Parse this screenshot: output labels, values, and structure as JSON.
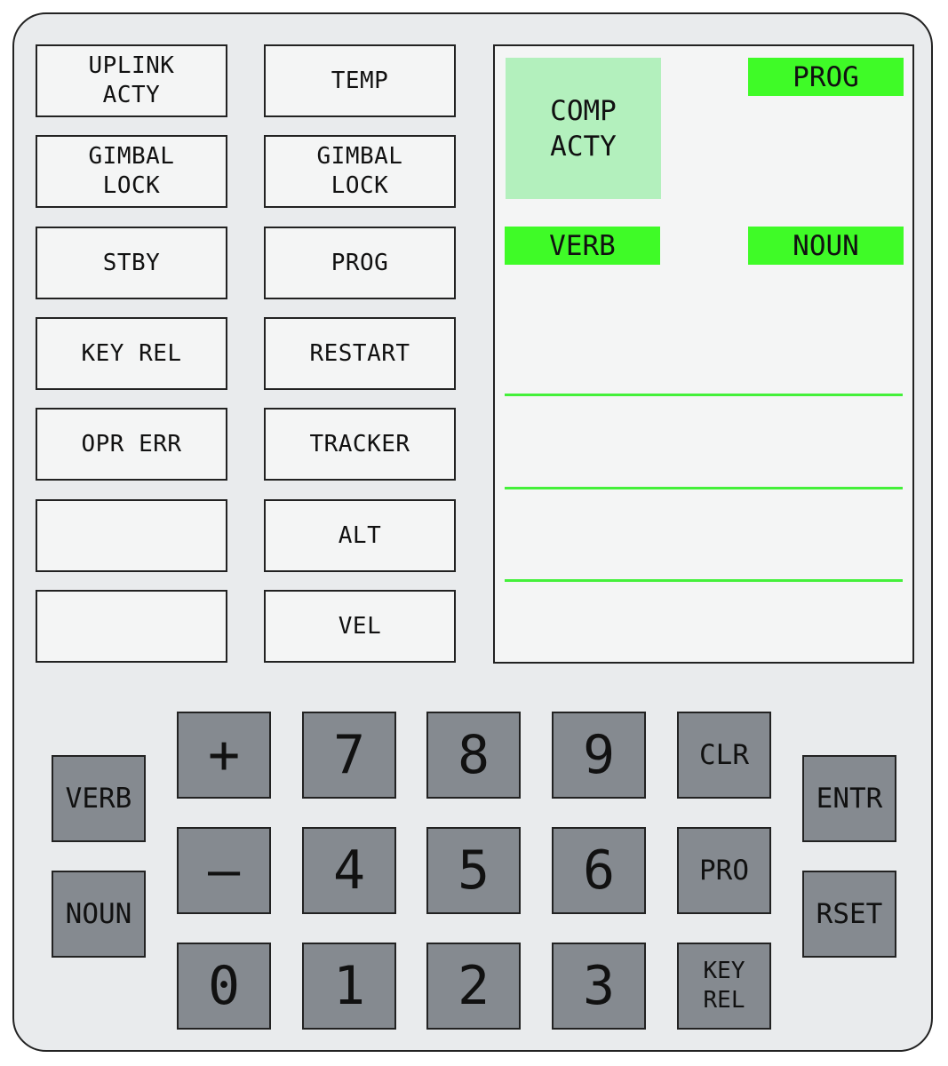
{
  "indicators": {
    "left": [
      "UPLINK\nACTY",
      "GIMBAL\nLOCK",
      "STBY",
      "KEY REL",
      "OPR ERR",
      "",
      ""
    ],
    "right": [
      "TEMP",
      "GIMBAL\nLOCK",
      "PROG",
      "RESTART",
      "TRACKER",
      "ALT",
      "VEL"
    ]
  },
  "display": {
    "comp_acty": "COMP\nACTY",
    "prog_label": "PROG",
    "verb_label": "VERB",
    "noun_label": "NOUN",
    "colors": {
      "lamp_green": "#3ffb27",
      "comp_acty": "#b3f0bd",
      "register_line": "#44f03a"
    }
  },
  "keypad": {
    "verb": "VERB",
    "noun": "NOUN",
    "plus": "+",
    "minus": "–",
    "digits": {
      "d0": "0",
      "d1": "1",
      "d2": "2",
      "d3": "3",
      "d4": "4",
      "d5": "5",
      "d6": "6",
      "d7": "7",
      "d8": "8",
      "d9": "9"
    },
    "clr": "CLR",
    "pro": "PRO",
    "key_rel": "KEY\nREL",
    "entr": "ENTR",
    "rset": "RSET"
  }
}
